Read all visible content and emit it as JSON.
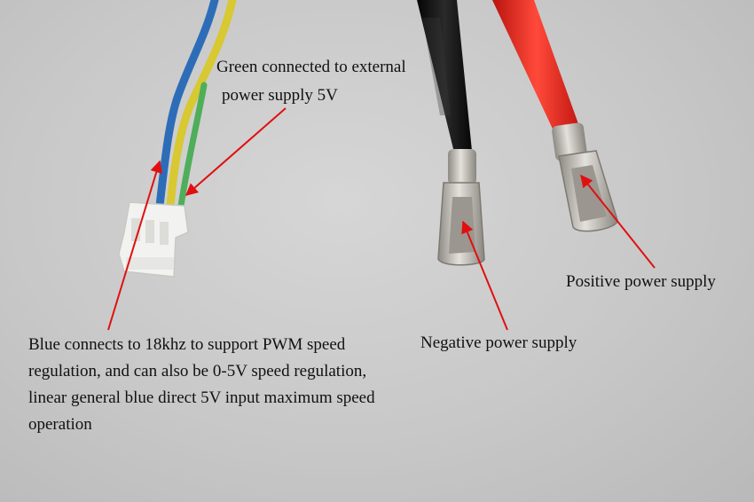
{
  "annotations": {
    "green": {
      "lines": [
        "Green connected to external",
        "power supply 5V"
      ]
    },
    "blue": {
      "lines": [
        "Blue connects to 18khz to support PWM speed",
        "regulation, and can also be 0-5V speed regulation,",
        "linear general blue direct 5V input maximum speed",
        "operation"
      ]
    },
    "negative": {
      "text": "Negative power supply"
    },
    "positive": {
      "text": "Positive power supply"
    }
  },
  "colors": {
    "background": "#c9c9c9",
    "wire_blue": "#2d6db8",
    "wire_yellow": "#d8c832",
    "wire_green": "#4fae5a",
    "cable_black": "#151515",
    "cable_red": "#e0221e",
    "arrow_red": "#e01010",
    "connector_white": "#f2f2f0",
    "terminal_metal": "#b8b4ae"
  }
}
